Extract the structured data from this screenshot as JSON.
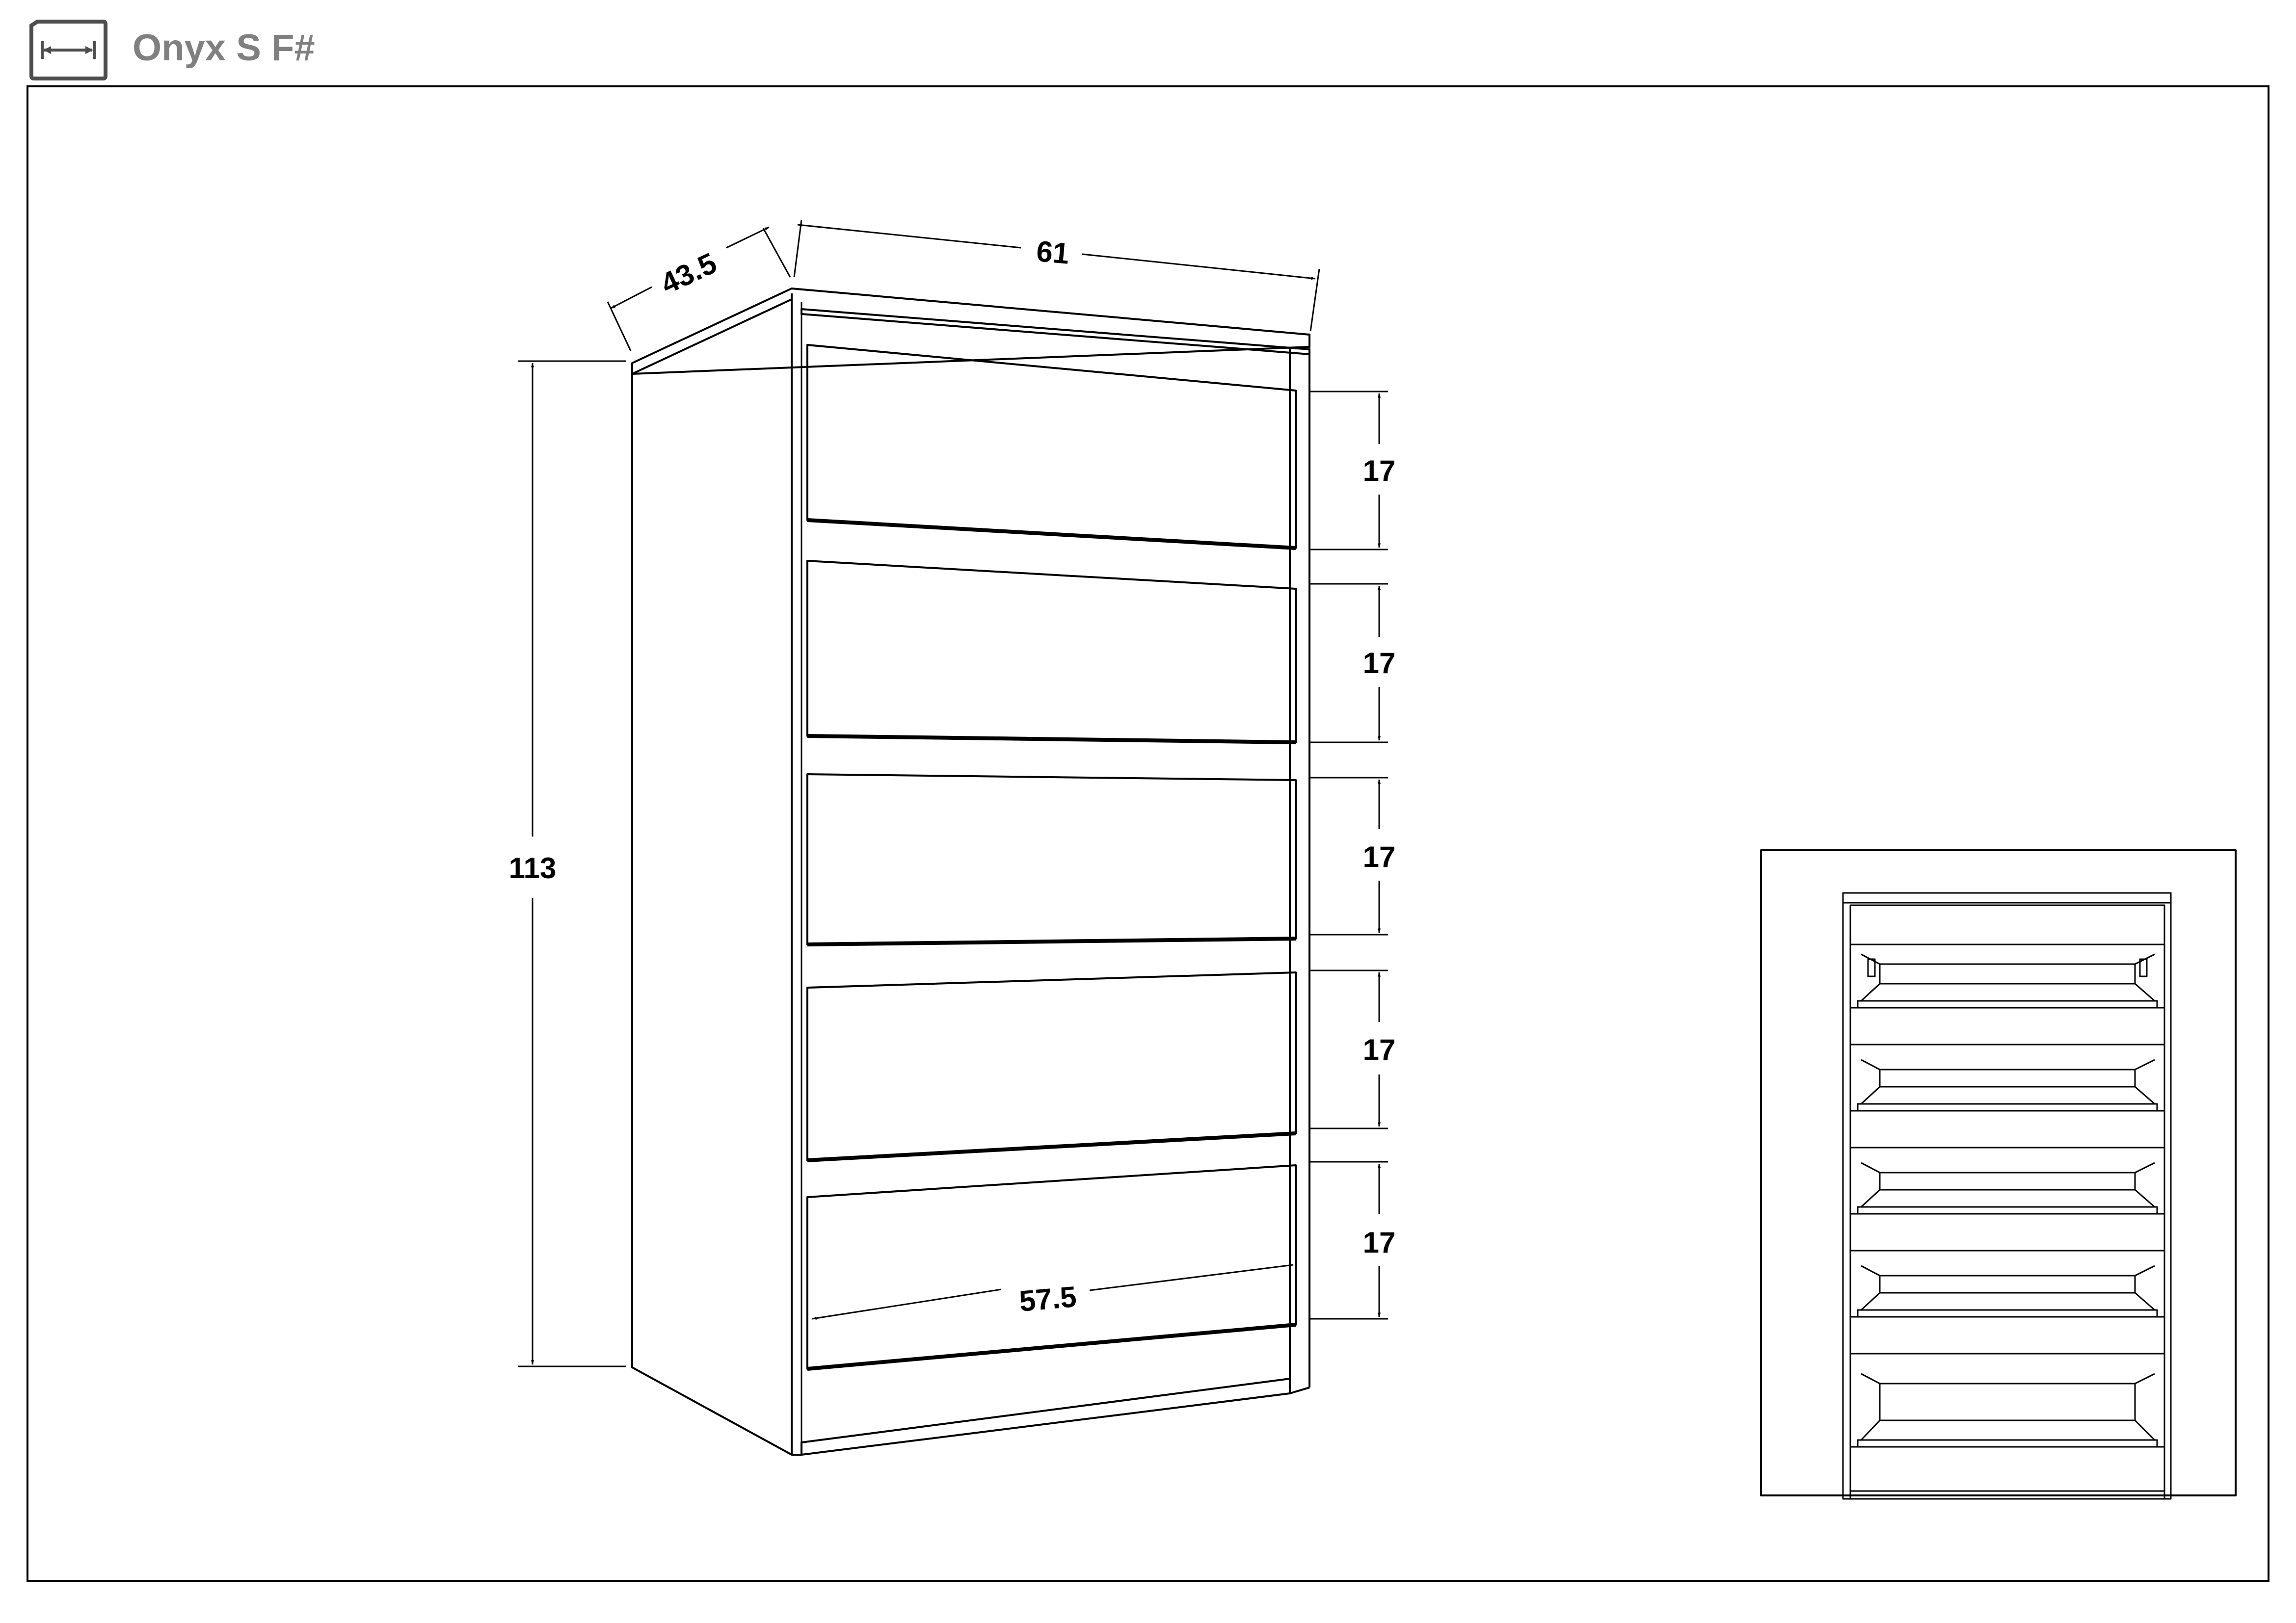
{
  "header": {
    "title": "Onyx S F#",
    "icon": "dimension-sheet-icon"
  },
  "dimensions": {
    "depth": "43.5",
    "width": "61",
    "height": "113",
    "inner_width": "57.5",
    "drawers": [
      "17",
      "17",
      "17",
      "17",
      "17"
    ]
  },
  "colors": {
    "line": "#000000",
    "title": "#808080",
    "background": "#ffffff"
  }
}
